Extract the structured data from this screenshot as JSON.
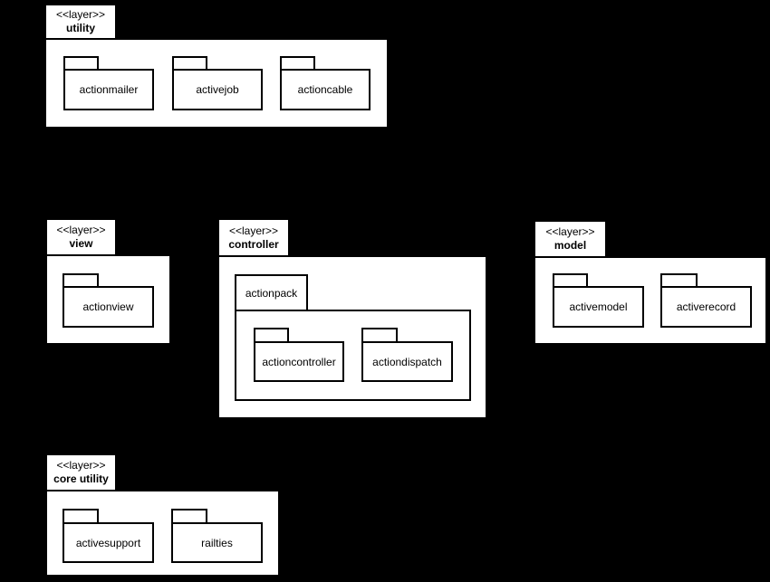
{
  "diagram": {
    "stereotype": "<<layer>>",
    "colors": {
      "background": "#000000",
      "shape_fill": "#ffffff",
      "border": "#000000",
      "text": "#000000"
    },
    "layers": [
      {
        "name": "utility",
        "packages": [
          "actionmailer",
          "activejob",
          "actioncable"
        ]
      },
      {
        "name": "view",
        "packages": [
          "actionview"
        ]
      },
      {
        "name": "controller",
        "packages": [
          {
            "name": "actionpack",
            "packages": [
              "actioncontroller",
              "actiondispatch"
            ]
          }
        ]
      },
      {
        "name": "model",
        "packages": [
          "activemodel",
          "activerecord"
        ]
      },
      {
        "name": "core utility",
        "packages": [
          "activesupport",
          "railties"
        ]
      }
    ]
  }
}
